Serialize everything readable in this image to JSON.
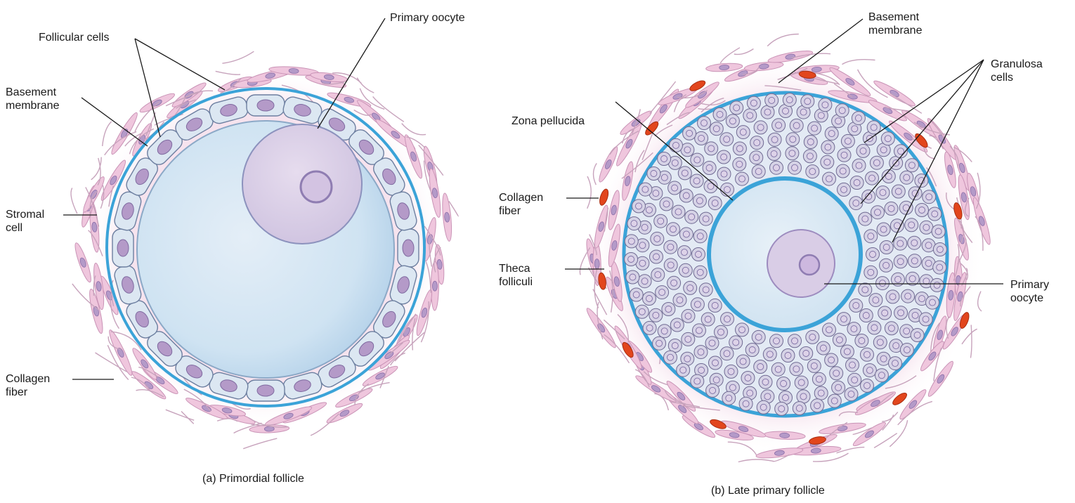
{
  "colors": {
    "oocyte_fill": "#cfe3f2",
    "oocyte_edge": "#a7c7e2",
    "basement_membrane": "#3ba3d8",
    "follicular_cell": "#dce7f2",
    "cell_nucleus": "#b49ac8",
    "stroma": "#efc6dd",
    "collagen": "#c7a3bc",
    "capillary": "#e2461d",
    "granulosa_cell": "#d6d3e6",
    "nucleus_fill": "#ddd2e8",
    "leader_line": "#1a1a1a"
  },
  "panel_a": {
    "caption": "(a) Primordial follicle",
    "labels": {
      "follicular_cells": "Follicular cells",
      "primary_oocyte": "Primary oocyte",
      "basement_membrane": "Basement\nmembrane",
      "stromal_cell": "Stromal\ncell",
      "collagen_fiber": "Collagen\nfiber"
    }
  },
  "panel_b": {
    "caption": "(b) Late primary follicle",
    "labels": {
      "basement_membrane": "Basement\nmembrane",
      "granulosa_cells": "Granulosa\ncells",
      "zona_pellucida": "Zona pellucida",
      "collagen_fiber": "Collagen\nfiber",
      "theca_folliculi": "Theca\nfolliculi",
      "primary_oocyte": "Primary\noocyte"
    }
  }
}
